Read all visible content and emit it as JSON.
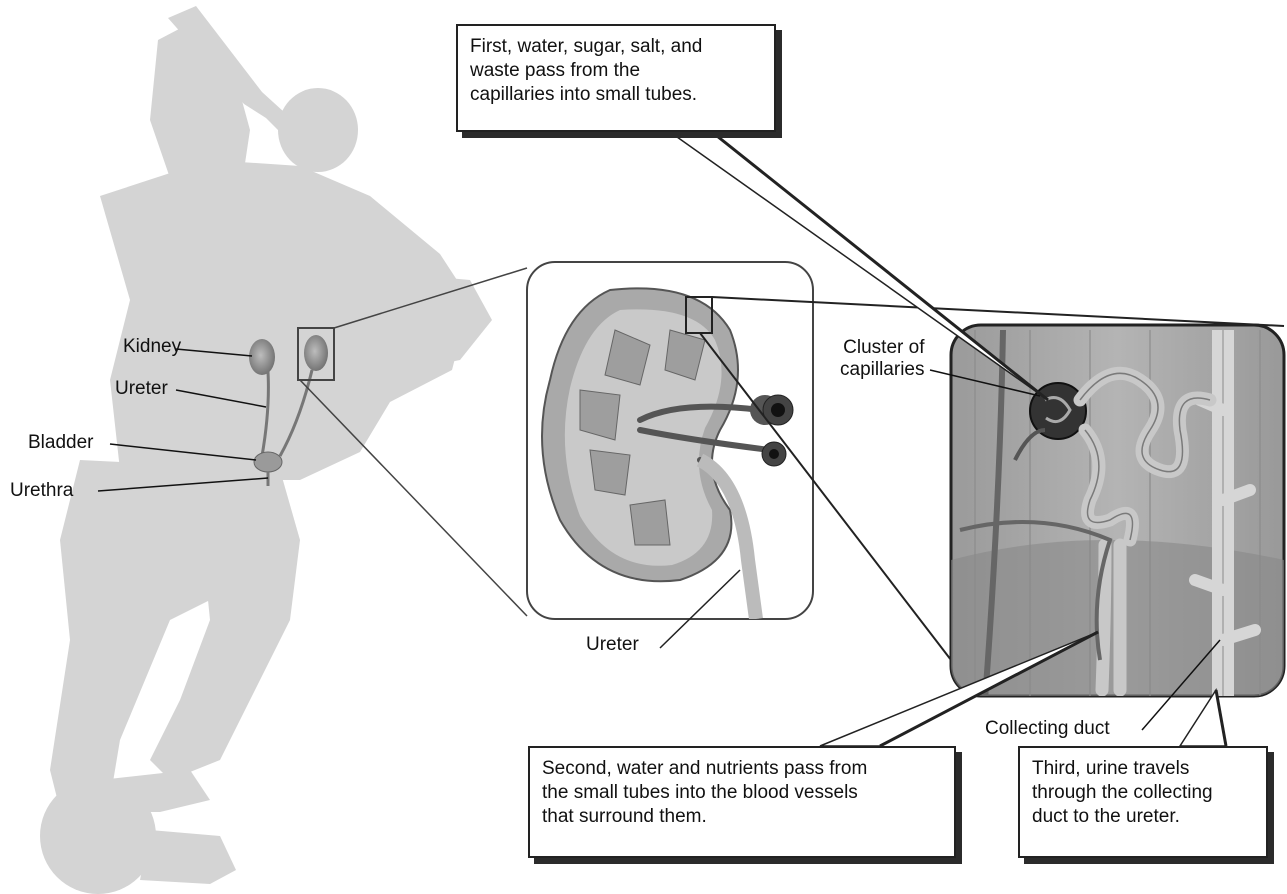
{
  "body_labels": {
    "kidney": "Kidney",
    "ureter": "Ureter",
    "bladder": "Bladder",
    "urethra": "Urethra"
  },
  "kidney_inset": {
    "ureter_label": "Ureter"
  },
  "nephron_inset": {
    "cluster_label": [
      "Cluster of",
      "capillaries"
    ],
    "collecting_duct_label": "Collecting duct"
  },
  "callouts": {
    "first": [
      "First, water, sugar, salt, and",
      "waste pass from the",
      "capillaries into small tubes."
    ],
    "second": [
      "Second, water and nutrients pass from",
      "the small tubes into the blood vessels",
      "that surround them."
    ],
    "third": [
      "Third, urine travels",
      "through the collecting",
      "duct to the ureter."
    ]
  },
  "colors": {
    "silhouette": "#d4d4d4",
    "organ": "#8a8a8a",
    "inset_bg": "#a8a8a8",
    "outline": "#222222"
  }
}
